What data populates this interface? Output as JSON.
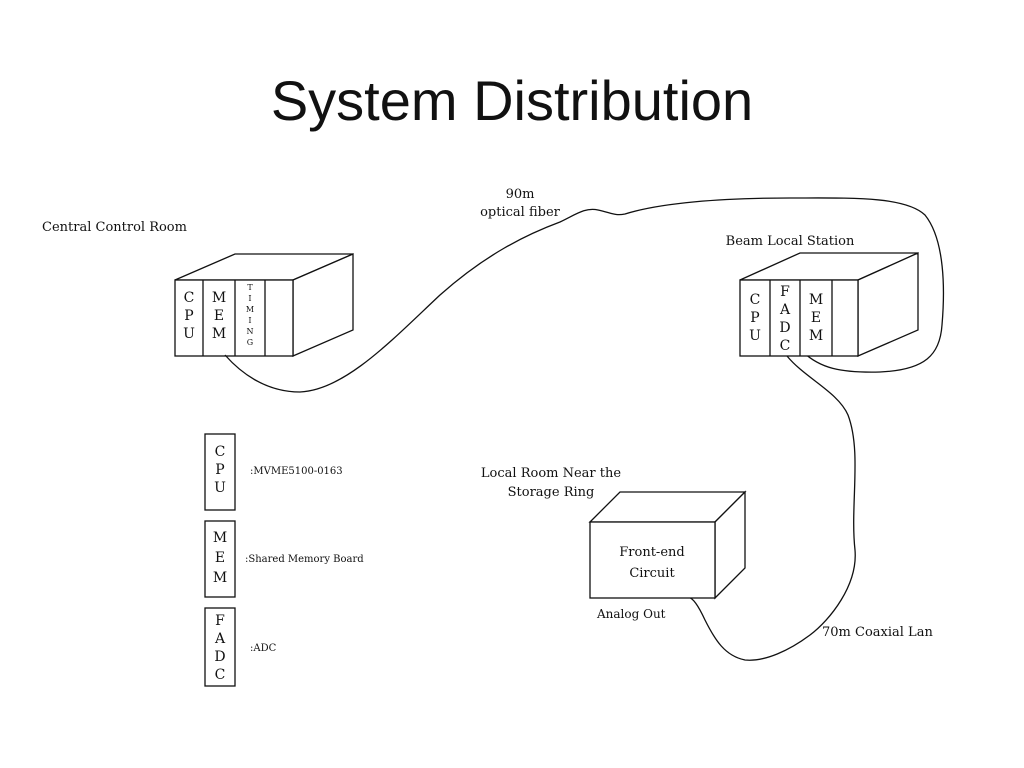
{
  "title": "System Distribution",
  "central": {
    "label": "Central Control Room",
    "slots": [
      "CPU",
      "MEM",
      "TIMING"
    ]
  },
  "fiber": {
    "length": "90m",
    "label": "optical fiber"
  },
  "beam": {
    "label": "Beam Local Station",
    "slots": [
      "CPU",
      "FADC",
      "MEM"
    ]
  },
  "legend": [
    {
      "name": "CPU",
      "desc": ":MVME5100-0163"
    },
    {
      "name": "MEM",
      "desc": ":Shared Memory Board"
    },
    {
      "name": "FADC",
      "desc": ":ADC"
    }
  ],
  "local_room": {
    "label_line1": "Local Room Near the",
    "label_line2": "Storage Ring"
  },
  "frontend": {
    "line1": "Front-end",
    "line2": "Circuit"
  },
  "analog_out": "Analog Out",
  "coax": "70m Coaxial Lan"
}
